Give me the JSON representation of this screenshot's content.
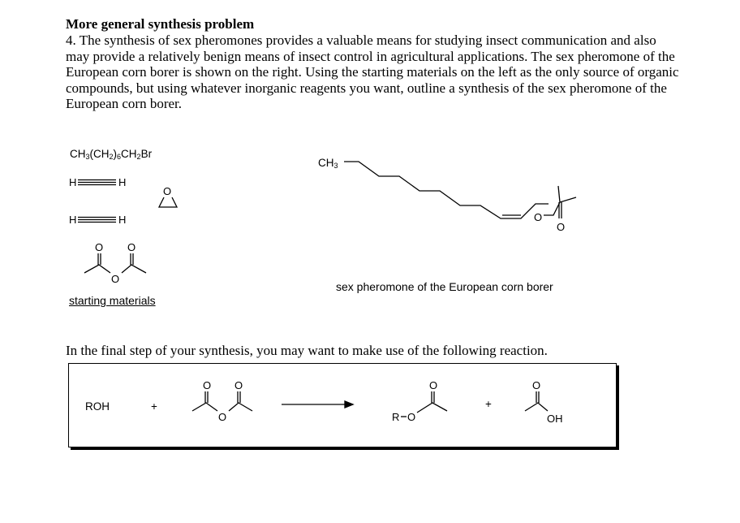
{
  "header": {
    "title": "More general synthesis problem",
    "problem_text": "4. The synthesis of sex pheromones provides a valuable means for studying insect communication and also may provide a relatively benign means of insect control in agricultural applications. The sex pheromone of the European corn borer is shown on the right. Using the starting materials on the left as the only source of organic compounds, but using whatever inorganic reagents you want, outline a synthesis of the sex pheromone of the European corn borer."
  },
  "starting_materials": {
    "bromide_parts": [
      "CH",
      "3",
      "(CH",
      "2",
      ")",
      "6",
      "CH",
      "2",
      "Br"
    ],
    "acetylene_1": {
      "left": "H",
      "right": "H"
    },
    "acetylene_2": {
      "left": "H",
      "right": "H"
    },
    "epoxide_atom": "O",
    "anhydride_atoms": [
      "O",
      "O",
      "O"
    ],
    "caption": "starting materials"
  },
  "pheromone": {
    "methyl_parts": [
      "CH",
      "3"
    ],
    "ester_oxygen": "O",
    "carbonyl_oxygen": "O",
    "caption": "sex pheromone of the European corn borer"
  },
  "final_step_text": "In the final step of your synthesis, you may want to make use of the following reaction.",
  "reaction": {
    "reactant_1": "ROH",
    "plus_1": "+",
    "anhydride_atoms": [
      "O",
      "O",
      "O"
    ],
    "product_1_r": "R",
    "product_1_o": "O",
    "product_1_carbonyl_o": "O",
    "plus_2": "+",
    "product_2_carbonyl_o": "O",
    "product_2_oh": "OH"
  }
}
